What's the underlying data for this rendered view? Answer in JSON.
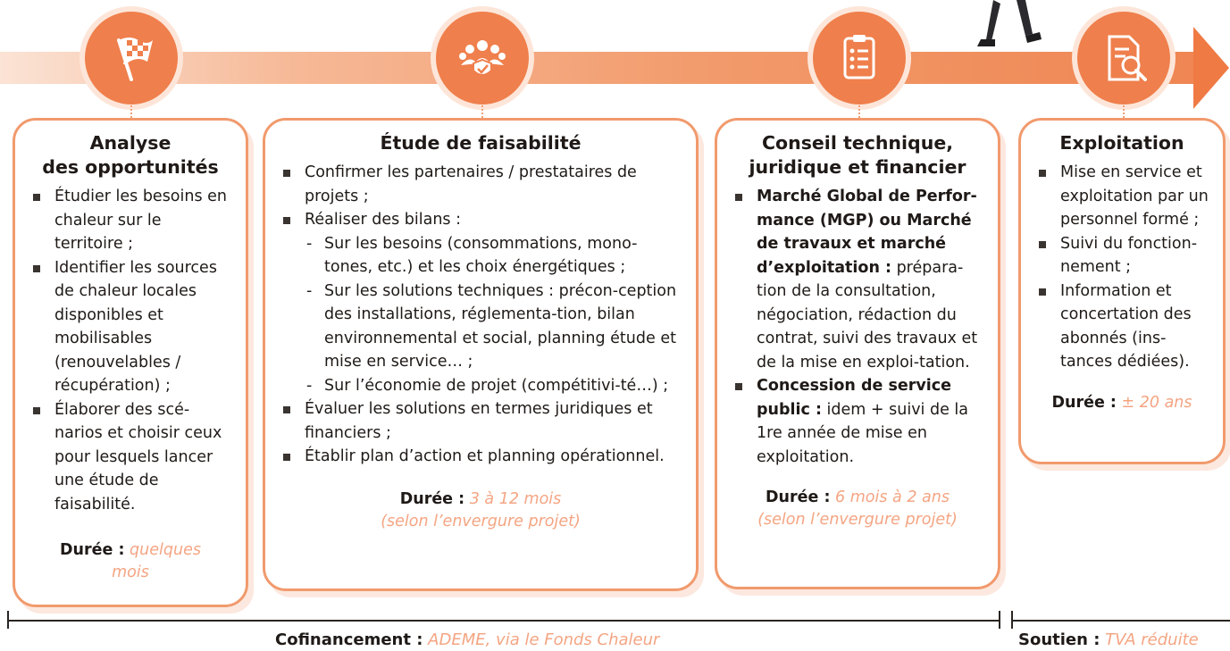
{
  "stages": [
    {
      "title": [
        "Analyse",
        "des opportunités"
      ],
      "icon": "checkered-flag-icon",
      "items": [
        {
          "text": "Étudier les besoins en chaleur sur le territoire ;"
        },
        {
          "text": "Identifier les sources de chaleur locales disponibles et mobilisables (renouvelables / récupération) ;"
        },
        {
          "text": "Élaborer des scé-narios et choisir ceux pour lesquels lancer une étude de faisabilité."
        }
      ],
      "duree_label": "Durée :",
      "duree_value": "quelques mois"
    },
    {
      "title": [
        "Étude de faisabilité"
      ],
      "icon": "people-group-icon",
      "items": [
        {
          "text": "Confirmer les partenaires / prestataires de projets ;"
        },
        {
          "text": "Réaliser des bilans :",
          "sub": [
            "Sur les besoins (consommations, mono-tones, etc.) et les choix énergétiques ;",
            "Sur les solutions techniques : précon-ception des installations, réglementa-tion, bilan environnemental et social, planning étude et mise en service… ;",
            "Sur l’économie de projet (compétitivi-té…) ;"
          ]
        },
        {
          "text": "Évaluer les solutions en termes juridiques et financiers ;"
        },
        {
          "text": "Établir plan d’action et planning opérationnel."
        }
      ],
      "duree_label": "Durée :",
      "duree_value": "3 à 12 mois",
      "duree_note": "(selon l’envergure projet)"
    },
    {
      "title": [
        "Conseil technique,",
        "juridique et financier"
      ],
      "icon": "clipboard-checklist-icon",
      "items": [
        {
          "bold": "Marché Global de Perfor-mance (MGP) ou Marché de travaux et marché d’exploitation :",
          "text": " prépara-tion de la consultation, négociation, rédaction du contrat, suivi des travaux et de la mise en exploi-tation."
        },
        {
          "bold": "Concession de service public :",
          "text": " idem + suivi de la 1re année de mise en exploitation."
        }
      ],
      "duree_label": "Durée :",
      "duree_value": "6 mois à 2 ans",
      "duree_note": "(selon l’envergure projet)"
    },
    {
      "title": [
        "Exploitation"
      ],
      "icon": "document-magnifier-icon",
      "items": [
        {
          "text": "Mise en service et exploitation par un personnel formé ;"
        },
        {
          "text": "Suivi du fonction-nement ;"
        },
        {
          "text": "Information et concertation des abonnés (ins-tances dédiées)."
        }
      ],
      "duree_label": "Durée :",
      "duree_value": "± 20 ans"
    }
  ],
  "footer": {
    "cofinancement_label": "Cofinancement :",
    "cofinancement_value": "ADEME, via le Fonds Chaleur",
    "soutien_label": "Soutien :",
    "soutien_value": "TVA réduite"
  },
  "colors": {
    "accent": "#ef7f4c",
    "accent_light": "#f4a583",
    "card_border": "#f19a6d",
    "text": "#1f1a17"
  }
}
